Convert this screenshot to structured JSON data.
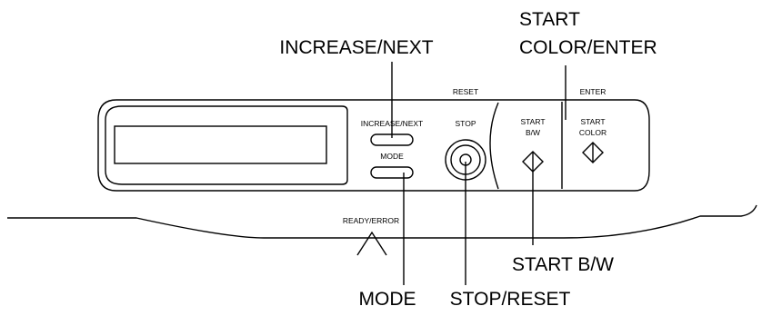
{
  "callouts": {
    "increase_next": "INCREASE/NEXT",
    "start_color_line1": "START",
    "start_color_line2": "COLOR/ENTER",
    "start_bw": "START B/W",
    "mode": "MODE",
    "stop_reset": "STOP/RESET"
  },
  "panel_labels": {
    "reset": "RESET",
    "enter": "ENTER",
    "increase_next": "INCREASE/NEXT",
    "mode": "MODE",
    "stop": "STOP",
    "start_bw_line1": "START",
    "start_bw_line2": "B/W",
    "start_color_line1": "START",
    "start_color_line2": "COLOR",
    "ready_error": "READY/ERROR"
  }
}
